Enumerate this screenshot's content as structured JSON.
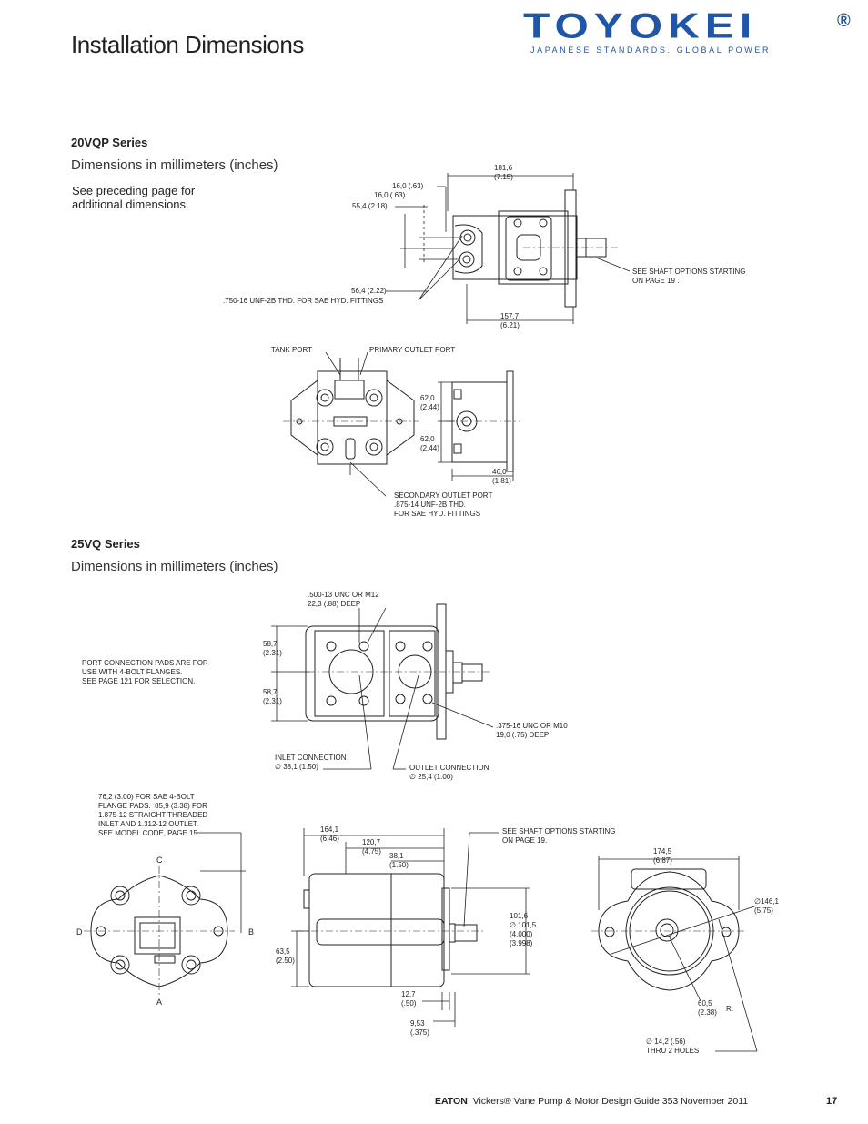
{
  "header": {
    "title": "Installation Dimensions",
    "logo_text": "TOYOKEI",
    "logo_registered": "®",
    "logo_tagline": "JAPANESE STANDARDS. GLOBAL POWER"
  },
  "section_20vqp": {
    "title": "20VQP Series",
    "subtitle": "Dimensions in millimeters (inches)",
    "note": "See preceding page for\nadditional dimensions.",
    "labels": {
      "d181": "181,6\n(7.15)",
      "d16a": "16,0 (.63)",
      "d16b": "16,0 (.63)",
      "d554": "55,4 (2.18)",
      "d564": "56,4 (2.22)",
      "thread": ".750-16 UNF-2B THD. FOR SAE HYD. FITTINGS",
      "shaft": "SEE SHAFT OPTIONS STARTING\nON PAGE 19 .",
      "d157": "157,7\n(6.21)",
      "tank": "TANK PORT",
      "primary": "PRIMARY OUTLET PORT",
      "d62a": "62,0\n(2.44)",
      "d62b": "62,0\n(2.44)",
      "d46": "46,0\n(1.81)",
      "secondary": "SECONDARY OUTLET PORT\n.875-14 UNF-2B THD.\nFOR SAE HYD. FITTINGS"
    }
  },
  "section_25vq": {
    "title": "25VQ Series",
    "subtitle": "Dimensions in millimeters (inches)",
    "labels": {
      "unc500": ".500-13 UNC OR M12\n22,3 (.88) DEEP",
      "d587a": "58,7\n(2.31)",
      "d587b": "58,7\n(2.31)",
      "pads": "PORT CONNECTION PADS ARE FOR\nUSE WITH 4-BOLT FLANGES.\nSEE PAGE 121 FOR SELECTION.",
      "unc375": ".375-16 UNC OR M10\n19,0 (.75) DEEP",
      "inlet": "INLET CONNECTION\n∅ 38,1 (1.50)",
      "outlet": "OUTLET CONNECTION\n∅ 25,4 (1.00)",
      "flange": "76,2 (3.00) FOR SAE 4-BOLT\nFLANGE PADS.  85,9 (3.38) FOR\n1.875-12 STRAIGHT THREADED\nINLET AND 1.312-12 OUTLET.\nSEE MODEL CODE, PAGE 15.",
      "c": "C",
      "d": "D",
      "b": "B",
      "a": "A",
      "d164": "164,1\n(6.46)",
      "d120": "120,7\n(4.75)",
      "d381": "38,1\n(1.50)",
      "shaft": "SEE SHAFT OPTIONS STARTING\nON PAGE 19.",
      "d635": "63,5\n(2.50)",
      "d1016": "101,6\n∅ 101,5\n(4.000)\n(3.998)",
      "d127": "12,7\n(.50)",
      "d953": "9,53\n(.375)",
      "d1745": "174,5\n(6.87)",
      "d1461": "∅146,1\n(5.75)",
      "d605": "60,5\n(2.38)",
      "r": "R.",
      "holes": "∅ 14,2 (.56)\nTHRU 2 HOLES"
    }
  },
  "footer": {
    "brand": "EATON",
    "text": "Vickers® Vane Pump & Motor Design Guide  353  November 2011",
    "page": "17"
  }
}
